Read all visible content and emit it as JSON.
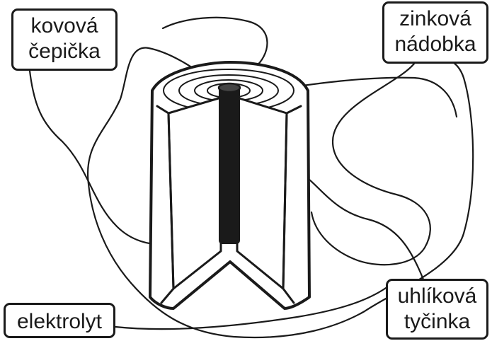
{
  "diagram": {
    "labels": {
      "cap": [
        "kovová",
        "čepička"
      ],
      "zinc_container": [
        "zinková",
        "nádobka"
      ],
      "electrolyte": "elektrolyt",
      "carbon_rod": [
        "uhlíková",
        "tyčinka"
      ]
    },
    "colors": {
      "ink": "#1a1a1a",
      "background": "#ffffff"
    }
  }
}
